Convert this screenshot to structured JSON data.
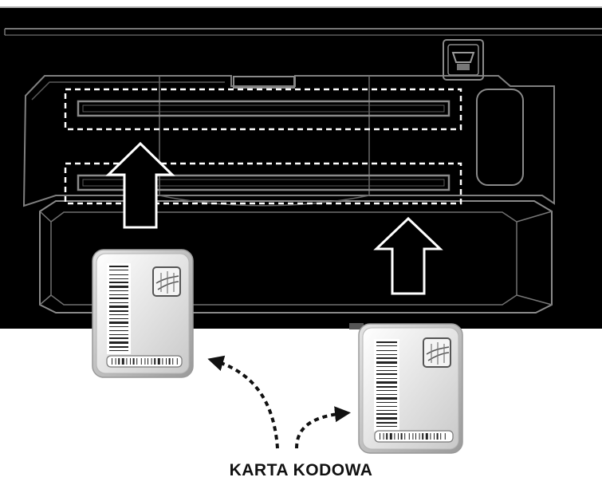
{
  "caption": "KARTA KODOWA",
  "colors": {
    "panel": "#000000",
    "outline": "#8a8a8a",
    "slot_highlight": "#ffffff",
    "card_fill_light": "#ffffff",
    "card_fill_dark": "#cfcfcf"
  },
  "icons": [
    "slot-highlight",
    "insert-arrow",
    "code-card",
    "barcode",
    "chip",
    "curved-arrow"
  ]
}
